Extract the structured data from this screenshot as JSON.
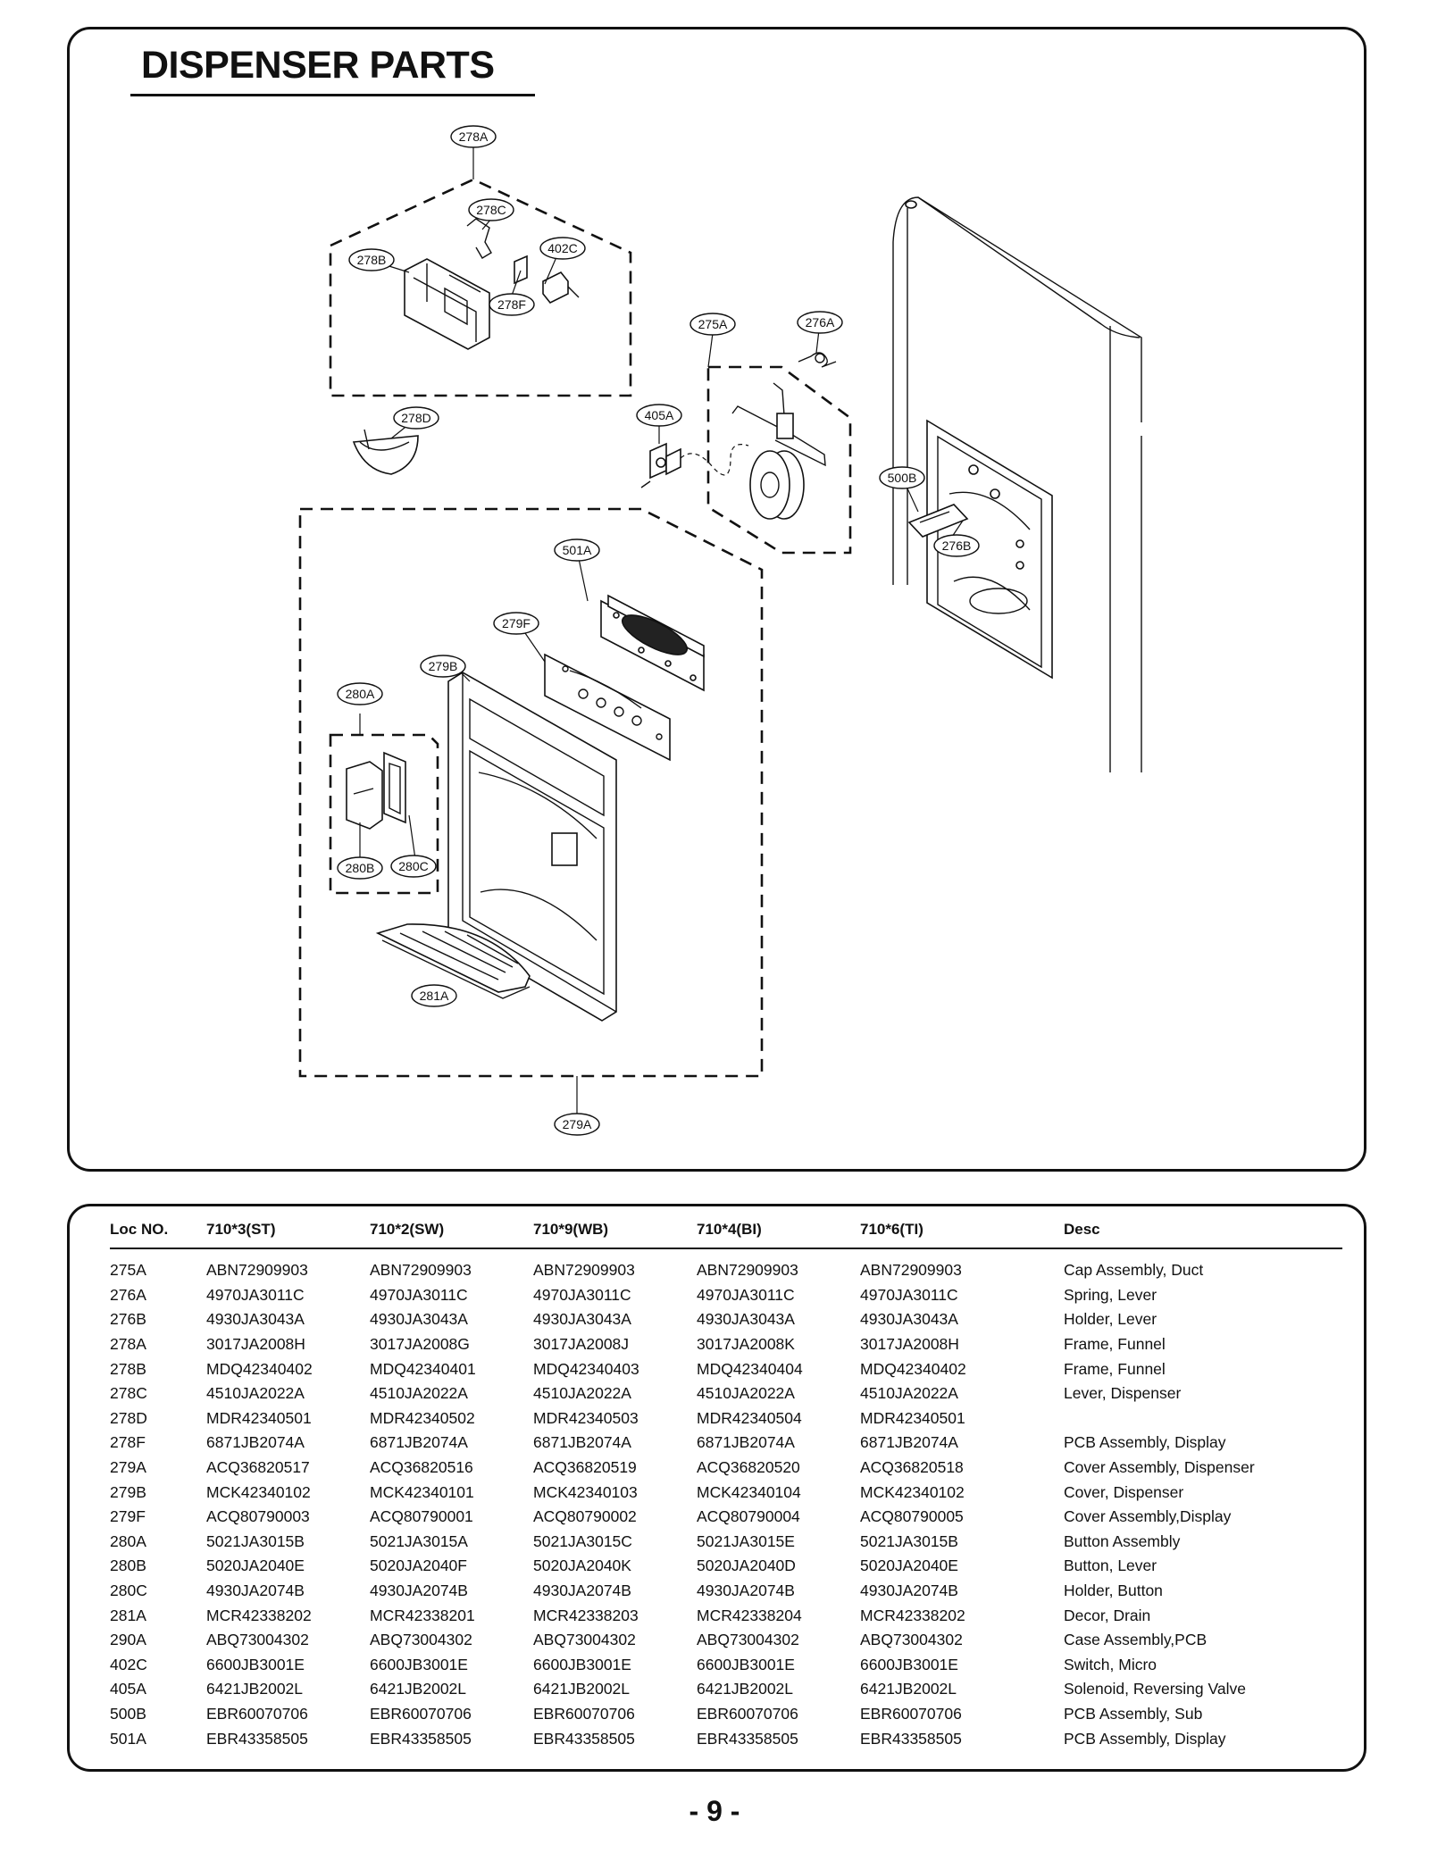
{
  "title": "DISPENSER PARTS",
  "callouts": [
    "278A",
    "278C",
    "402C",
    "278B",
    "278F",
    "275A",
    "276A",
    "405A",
    "278D",
    "500B",
    "276B",
    "501A",
    "279F",
    "279B",
    "280A",
    "280B",
    "280C",
    "281A",
    "279A"
  ],
  "table": {
    "headers": [
      "Loc NO.",
      "710*3(ST)",
      "710*2(SW)",
      "710*9(WB)",
      "710*4(BI)",
      "710*6(TI)",
      "Desc"
    ],
    "rows": [
      [
        "275A",
        "ABN72909903",
        "ABN72909903",
        "ABN72909903",
        "ABN72909903",
        "ABN72909903",
        "Cap Assembly, Duct"
      ],
      [
        "276A",
        "4970JA3011C",
        "4970JA3011C",
        "4970JA3011C",
        "4970JA3011C",
        "4970JA3011C",
        "Spring, Lever"
      ],
      [
        "276B",
        "4930JA3043A",
        "4930JA3043A",
        "4930JA3043A",
        "4930JA3043A",
        "4930JA3043A",
        "Holder, Lever"
      ],
      [
        "278A",
        "3017JA2008H",
        "3017JA2008G",
        "3017JA2008J",
        "3017JA2008K",
        "3017JA2008H",
        "Frame, Funnel"
      ],
      [
        "278B",
        "MDQ42340402",
        "MDQ42340401",
        "MDQ42340403",
        "MDQ42340404",
        "MDQ42340402",
        "Frame, Funnel"
      ],
      [
        "278C",
        "4510JA2022A",
        "4510JA2022A",
        "4510JA2022A",
        "4510JA2022A",
        "4510JA2022A",
        "Lever, Dispenser"
      ],
      [
        "278D",
        "MDR42340501",
        "MDR42340502",
        "MDR42340503",
        "MDR42340504",
        "MDR42340501",
        ""
      ],
      [
        "278F",
        "6871JB2074A",
        "6871JB2074A",
        "6871JB2074A",
        "6871JB2074A",
        "6871JB2074A",
        "PCB Assembly, Display"
      ],
      [
        "279A",
        "ACQ36820517",
        "ACQ36820516",
        "ACQ36820519",
        "ACQ36820520",
        "ACQ36820518",
        "Cover Assembly, Dispenser"
      ],
      [
        "279B",
        "MCK42340102",
        "MCK42340101",
        "MCK42340103",
        "MCK42340104",
        "MCK42340102",
        "Cover, Dispenser"
      ],
      [
        "279F",
        "ACQ80790003",
        "ACQ80790001",
        "ACQ80790002",
        "ACQ80790004",
        "ACQ80790005",
        "Cover Assembly,Display"
      ],
      [
        "280A",
        "5021JA3015B",
        "5021JA3015A",
        "5021JA3015C",
        "5021JA3015E",
        "5021JA3015B",
        "Button Assembly"
      ],
      [
        "280B",
        "5020JA2040E",
        "5020JA2040F",
        "5020JA2040K",
        "5020JA2040D",
        "5020JA2040E",
        "Button, Lever"
      ],
      [
        "280C",
        "4930JA2074B",
        "4930JA2074B",
        "4930JA2074B",
        "4930JA2074B",
        "4930JA2074B",
        "Holder, Button"
      ],
      [
        "281A",
        "MCR42338202",
        "MCR42338201",
        "MCR42338203",
        "MCR42338204",
        "MCR42338202",
        "Decor, Drain"
      ],
      [
        "290A",
        "ABQ73004302",
        "ABQ73004302",
        "ABQ73004302",
        "ABQ73004302",
        "ABQ73004302",
        "Case Assembly,PCB"
      ],
      [
        "402C",
        "6600JB3001E",
        "6600JB3001E",
        "6600JB3001E",
        "6600JB3001E",
        "6600JB3001E",
        "Switch, Micro"
      ],
      [
        "405A",
        "6421JB2002L",
        "6421JB2002L",
        "6421JB2002L",
        "6421JB2002L",
        "6421JB2002L",
        "Solenoid, Reversing Valve"
      ],
      [
        "500B",
        "EBR60070706",
        "EBR60070706",
        "EBR60070706",
        "EBR60070706",
        "EBR60070706",
        "PCB Assembly, Sub"
      ],
      [
        "501A",
        "EBR43358505",
        "EBR43358505",
        "EBR43358505",
        "EBR43358505",
        "EBR43358505",
        "PCB Assembly, Display"
      ]
    ]
  },
  "page_number": "- 9 -"
}
